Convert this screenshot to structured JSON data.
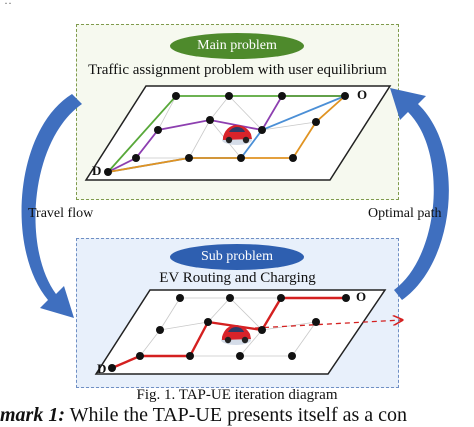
{
  "top_mark": "··",
  "main_box": {
    "pill_label": "Main problem",
    "title": "Traffic assignment problem with user equilibrium",
    "node_O": "O",
    "node_D": "D"
  },
  "sub_box": {
    "pill_label": "Sub problem",
    "title": "EV Routing and Charging",
    "node_O": "O",
    "node_D": "D"
  },
  "left_arrow_label": "Travel flow",
  "right_arrow_label": "Optimal path",
  "caption": "Fig. 1. TAP-UE iteration diagram",
  "remark_keyword": "mark 1:",
  "remark_text": " While the TAP-UE presents itself as a con",
  "colors": {
    "main_pill": "#4e8a2c",
    "sub_pill": "#2e5fb0",
    "big_arrow": "#3f6fbf",
    "ev_path": "#d42020"
  }
}
